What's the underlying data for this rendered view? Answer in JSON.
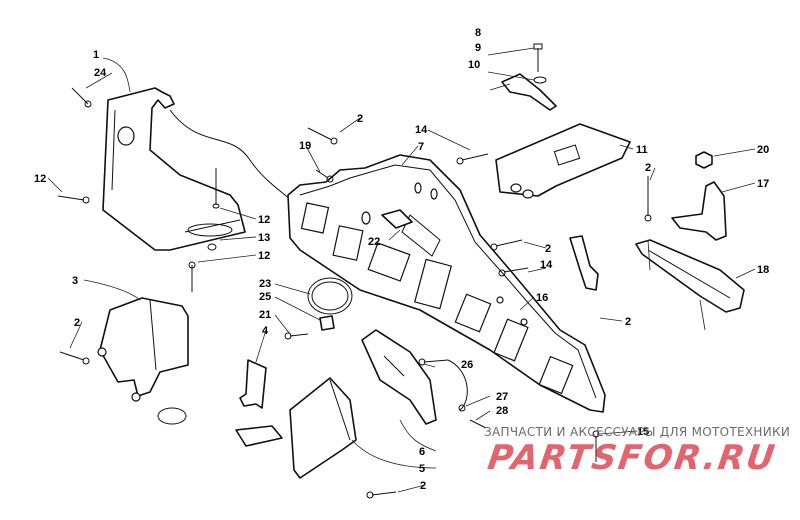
{
  "colors": {
    "line": "#111111",
    "background": "#ffffff",
    "watermark_text": "#6b6b6b",
    "watermark_logo": "#d72837"
  },
  "callouts": {
    "c1": "1",
    "c24": "24",
    "c12a": "12",
    "c12b": "12",
    "c12c": "12",
    "c13": "13",
    "c3": "3",
    "c2a": "2",
    "c2b": "2",
    "c2c": "2",
    "c2d": "2",
    "c2e": "2",
    "c2f": "2",
    "c19": "19",
    "c7": "7",
    "c14a": "14",
    "c14b": "14",
    "c8": "8",
    "c9": "9",
    "c10": "10",
    "c11": "11",
    "c20": "20",
    "c17": "17",
    "c18": "18",
    "c22": "22",
    "c23": "23",
    "c25": "25",
    "c21": "21",
    "c4": "4",
    "c16": "16",
    "c26": "26",
    "c27": "27",
    "c28": "28",
    "c6": "6",
    "c5": "5",
    "c15": "15"
  },
  "watermark": {
    "caption": "ЗАПЧАСТИ И АКСЕССУАРЫ ДЛЯ МОТОТЕХНИКИ",
    "logo": "PARTSFOR.RU"
  }
}
